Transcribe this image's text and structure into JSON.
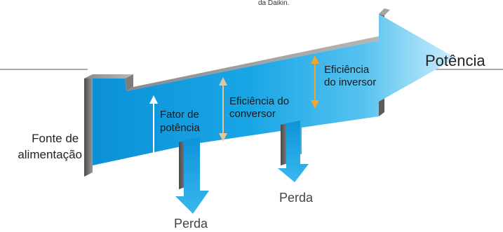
{
  "caption_fragment": "da Daikin.",
  "output_label": "Potência",
  "source_label": {
    "line1": "Fonte de",
    "line2": "alimentação"
  },
  "stages": [
    {
      "line1": "Fator de",
      "line2": "potência"
    },
    {
      "line1": "Eficiência do",
      "line2": "conversor"
    },
    {
      "line1": "Eficiência",
      "line2": "do inversor"
    }
  ],
  "losses": [
    {
      "label": "Perda"
    },
    {
      "label": "Perda"
    }
  ],
  "colors": {
    "arrow_light": "#c8ecfb",
    "arrow_mid": "#36b6ec",
    "arrow_dark": "#0b8fd6",
    "side_shadow_dark": "#5b5b5b",
    "side_shadow_light": "#9a9a9a",
    "white_measure": "#ffffff",
    "tan_measure": "#e2c69a",
    "orange_measure": "#f2a62c",
    "text": "#222222",
    "loss_text": "#444444",
    "rule_line": "#555555"
  }
}
